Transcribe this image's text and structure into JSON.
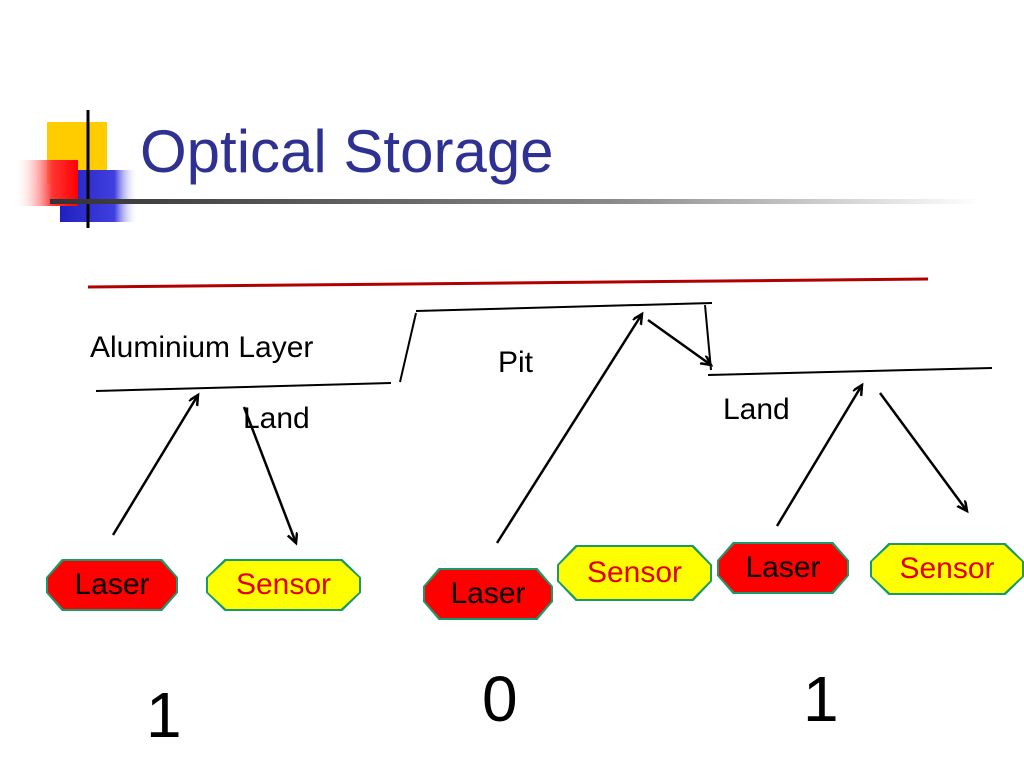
{
  "title": "Optical Storage",
  "labels": {
    "aluminium_layer": "Aluminium Layer",
    "pit": "Pit",
    "land_left": "Land",
    "land_right": "Land"
  },
  "devices": {
    "laser_1": "Laser",
    "sensor_1": "Sensor",
    "laser_2": "Laser",
    "sensor_2": "Sensor",
    "laser_3": "Laser",
    "sensor_3": "Sensor"
  },
  "bits": [
    "1",
    "0",
    "1"
  ],
  "colors": {
    "title": "#2e3192",
    "protective_line": "#b00000",
    "laser_fill": "#ff0000",
    "sensor_fill": "#ffff00",
    "sensor_text": "#e00000",
    "outline": "#1a9a6a"
  }
}
